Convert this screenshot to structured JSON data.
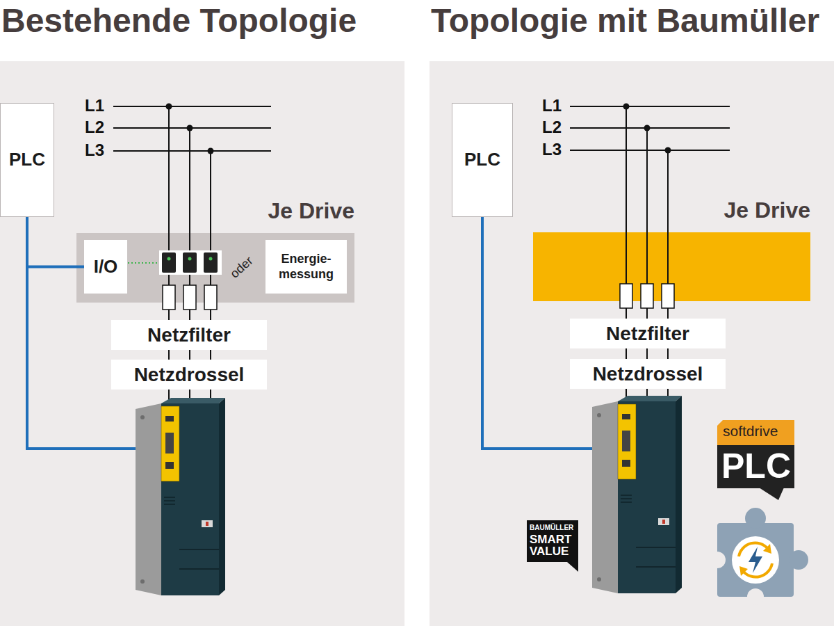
{
  "diagram": {
    "nodes": [
      {
        "text": [
          "Bestehende Topologie"
        ]
      },
      {
        "text": [
          "PLC"
        ],
        "in": 0
      },
      {
        "text": [
          "Je Drive"
        ],
        "in": 0
      },
      {
        "text": [
          "I/O"
        ],
        "in": 2
      },
      {
        "text": [
          "Energie- messung"
        ],
        "in": 2
      },
      {
        "text": [
          "Netzfilter"
        ],
        "in": 0
      },
      {
        "text": [
          "Netzdrossel"
        ],
        "in": 0
      },
      {
        "text": [
          "Topologie mit Baumüller"
        ]
      },
      {
        "text": [
          "PLC"
        ],
        "in": 7
      },
      {
        "text": [
          "Je Drive"
        ],
        "in": 7
      },
      {
        "text": [
          "Netzfilter"
        ],
        "in": 7
      },
      {
        "text": [
          "Netzdrossel"
        ],
        "in": 7
      }
    ],
    "edges": [
      {
        "from": 1,
        "to": 3,
        "arrow": "none"
      }
    ],
    "labels": [
      "L1",
      "L2",
      "L3",
      "oder",
      "L1",
      "L2",
      "L3",
      "softdrive",
      "PLC",
      "BAUMÜLLER",
      "SMART VALUE"
    ]
  }
}
